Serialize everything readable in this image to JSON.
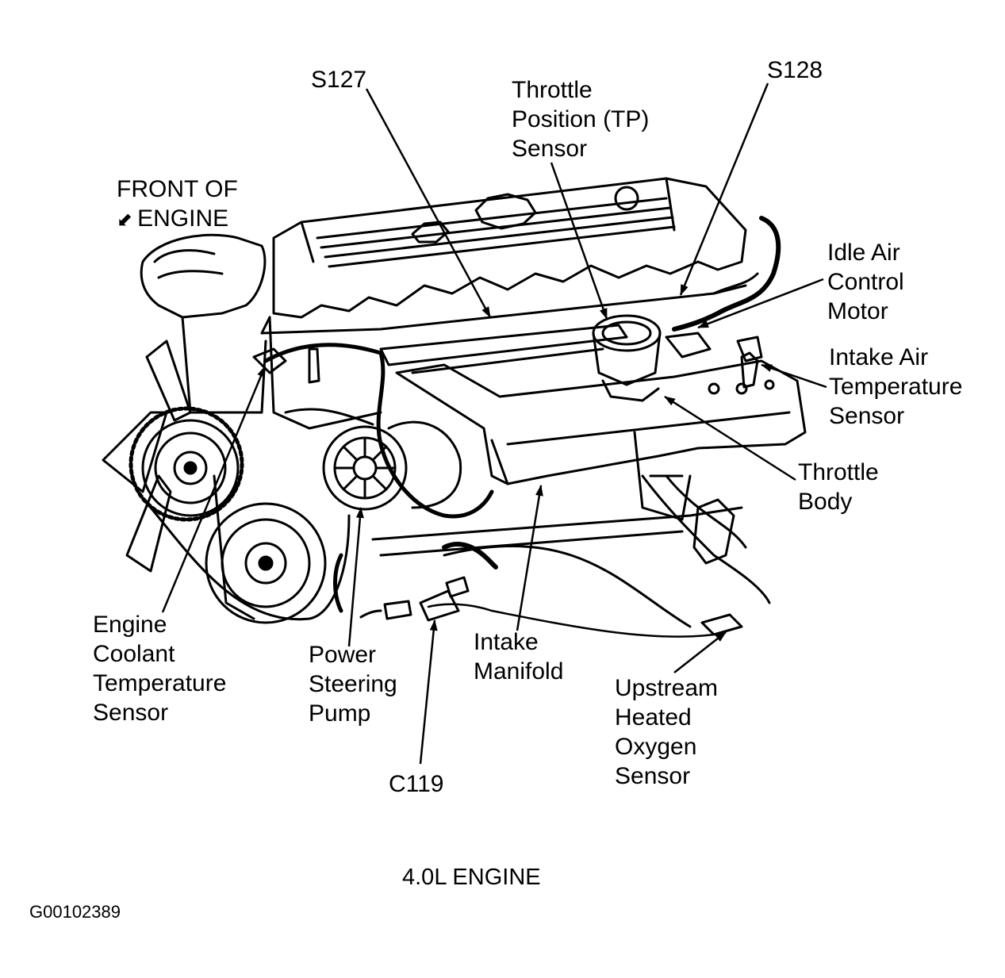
{
  "labels": {
    "front_of_engine": {
      "line1": "FRONT OF",
      "line2": "ENGINE",
      "icon": "arrow-icon"
    },
    "s127": "S127",
    "tp_sensor": {
      "line1": "Throttle",
      "line2": "Position (TP)",
      "line3": "Sensor"
    },
    "s128": "S128",
    "iac_motor": {
      "line1": "Idle Air",
      "line2": "Control",
      "line3": "Motor"
    },
    "iat_sensor": {
      "line1": "Intake Air",
      "line2": "Temperature",
      "line3": "Sensor"
    },
    "throttle_body": {
      "line1": "Throttle",
      "line2": "Body"
    },
    "ect_sensor": {
      "line1": "Engine",
      "line2": "Coolant",
      "line3": "Temperature",
      "line4": "Sensor"
    },
    "ps_pump": {
      "line1": "Power",
      "line2": "Steering",
      "line3": "Pump"
    },
    "intake_manifold": {
      "line1": "Intake",
      "line2": "Manifold"
    },
    "upstream_ho2s": {
      "line1": "Upstream",
      "line2": "Heated",
      "line3": "Oxygen",
      "line4": "Sensor"
    },
    "c119": "C119"
  },
  "caption": "4.0L ENGINE",
  "figure_id": "G00102389",
  "colors": {
    "ink": "#000000",
    "paper": "#ffffff"
  }
}
